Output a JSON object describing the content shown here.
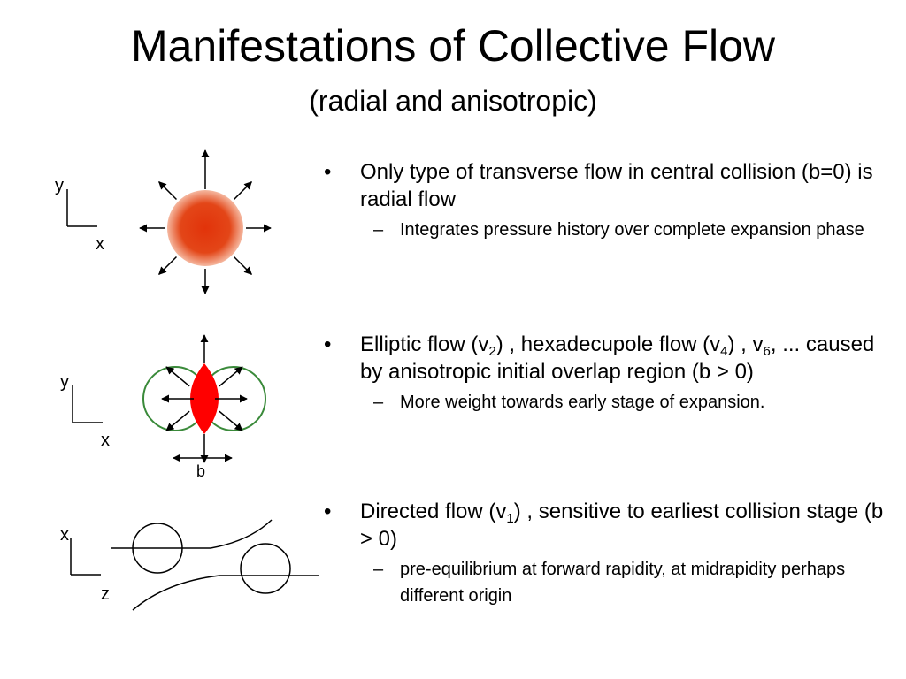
{
  "title": "Manifestations of Collective Flow",
  "subtitle": "(radial and anisotropic)",
  "diagrams": {
    "radial": {
      "axis_y": "y",
      "axis_x": "x",
      "fill_color": "#e03a10"
    },
    "elliptic": {
      "axis_y": "y",
      "axis_x": "x",
      "b_label": "b",
      "circle_color": "#3a8a3a",
      "overlap_color": "#ff0000"
    },
    "directed": {
      "axis_x": "x",
      "axis_z": "z"
    }
  },
  "bullets": [
    {
      "main": "Only type of transverse flow in central collision (b=0) is radial flow",
      "sub": "Integrates pressure history over complete expansion phase"
    },
    {
      "main_parts": {
        "p1": "Elliptic flow (v",
        "s1": "2",
        "p2": ") , hexadecupole flow (v",
        "s2": "4",
        "p3": ") , v",
        "s3": "6",
        "p4": ", ... caused by anisotropic initial overlap region (b > 0)"
      },
      "sub": "More weight towards early stage of expansion."
    },
    {
      "main_parts": {
        "p1": "Directed flow (v",
        "s1": "1",
        "p2": ") , sensitive to earliest collision stage (b > 0)"
      },
      "sub": "pre-equilibrium at forward rapidity, at midrapidity perhaps different origin"
    }
  ],
  "bullet_symbol": "•",
  "sub_symbol": "–"
}
